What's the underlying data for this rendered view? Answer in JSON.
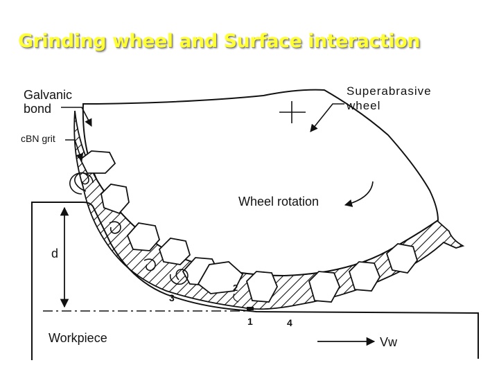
{
  "slide": {
    "title": "Grinding wheel and Surface interaction"
  },
  "diagram": {
    "labels": {
      "galvanic_bond_line1": "Galvanic",
      "galvanic_bond_line2": "bond",
      "cbn_grit": "cBN grit",
      "superabrasive_line1": "Superabrasive",
      "superabrasive_line2": "wheel",
      "wheel_rotation": "Wheel rotation",
      "depth": "d",
      "workpiece": "Workpiece",
      "feed": "Vw"
    },
    "markers": [
      "1",
      "2",
      "3",
      "4"
    ]
  }
}
